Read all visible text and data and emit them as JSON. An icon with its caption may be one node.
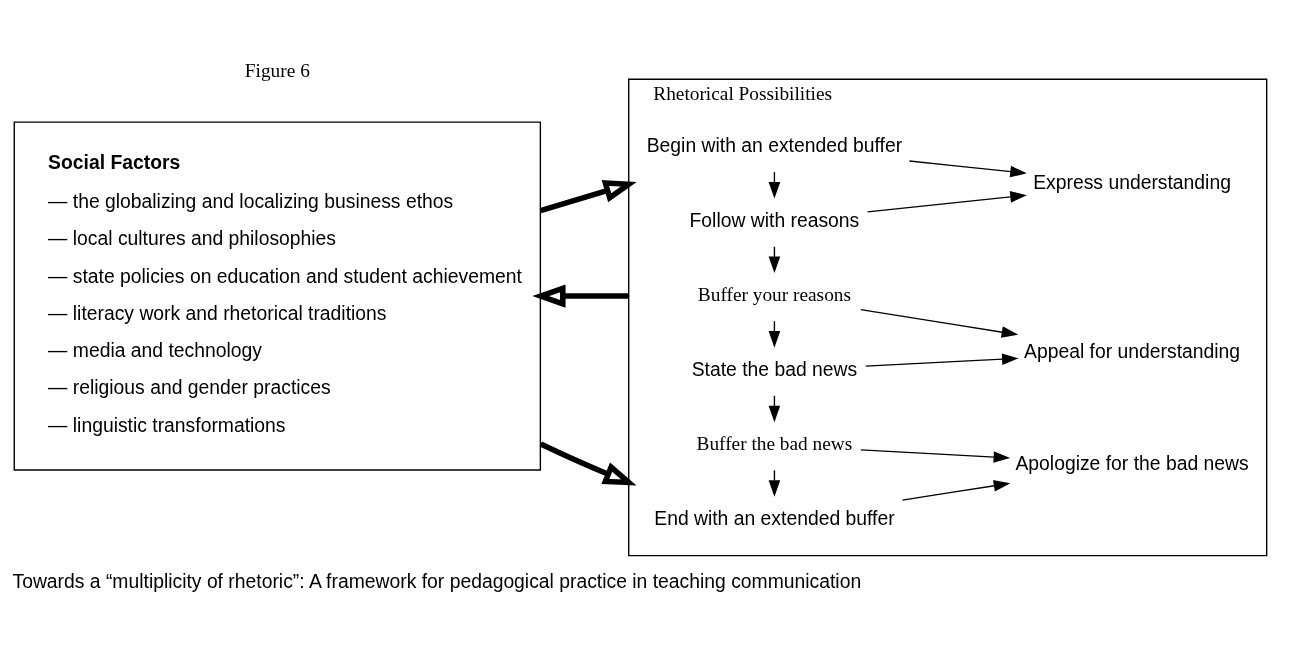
{
  "diagram": {
    "caption": "Towards a “multiplicity of rhetoric”: A framework for pedagogical practice in teaching communication",
    "nodes": [
      {
        "text": [
          "Social Factors",
          "— the globalizing and localizing business ethos",
          "— local cultures and philosophies",
          "— state policies on education and student achievement",
          "— literacy work and rhetorical traditions",
          "— media and technology",
          "— religious and gender practices",
          "— linguistic transformations"
        ]
      },
      {
        "text": [
          "Rhetorical Possibilities"
        ]
      },
      {
        "text": [
          "Begin with an extended buffer"
        ],
        "in": 1
      },
      {
        "text": [
          "Follow with reasons"
        ],
        "in": 1
      },
      {
        "text": [
          "Buffer your reasons"
        ],
        "in": 1
      },
      {
        "text": [
          "State the bad news"
        ],
        "in": 1
      },
      {
        "text": [
          "Buffer the bad news"
        ],
        "in": 1
      },
      {
        "text": [
          "End with an extended buffer"
        ],
        "in": 1
      },
      {
        "text": [
          "Express understanding"
        ],
        "in": 1
      },
      {
        "text": [
          "Appeal for understanding"
        ],
        "in": 1
      },
      {
        "text": [
          "Apologize for the bad news"
        ],
        "in": 1
      }
    ],
    "edges": [
      {
        "from": 0,
        "to": 1,
        "arrow": "to",
        "style": "thick"
      },
      {
        "from": 1,
        "to": 0,
        "arrow": "to",
        "style": "thick"
      },
      {
        "from": 0,
        "to": 1,
        "arrow": "to",
        "style": "thick"
      },
      {
        "from": 2,
        "to": 3,
        "arrow": "to"
      },
      {
        "from": 3,
        "to": 4,
        "arrow": "to"
      },
      {
        "from": 4,
        "to": 5,
        "arrow": "to"
      },
      {
        "from": 5,
        "to": 6,
        "arrow": "to"
      },
      {
        "from": 6,
        "to": 7,
        "arrow": "to"
      },
      {
        "from": 2,
        "to": 8,
        "arrow": "to"
      },
      {
        "from": 3,
        "to": 8,
        "arrow": "to"
      },
      {
        "from": 4,
        "to": 9,
        "arrow": "to"
      },
      {
        "from": 5,
        "to": 9,
        "arrow": "to"
      },
      {
        "from": 6,
        "to": 10,
        "arrow": "to"
      },
      {
        "from": 7,
        "to": 10,
        "arrow": "to"
      }
    ],
    "labels": [
      "Figure 6"
    ]
  }
}
